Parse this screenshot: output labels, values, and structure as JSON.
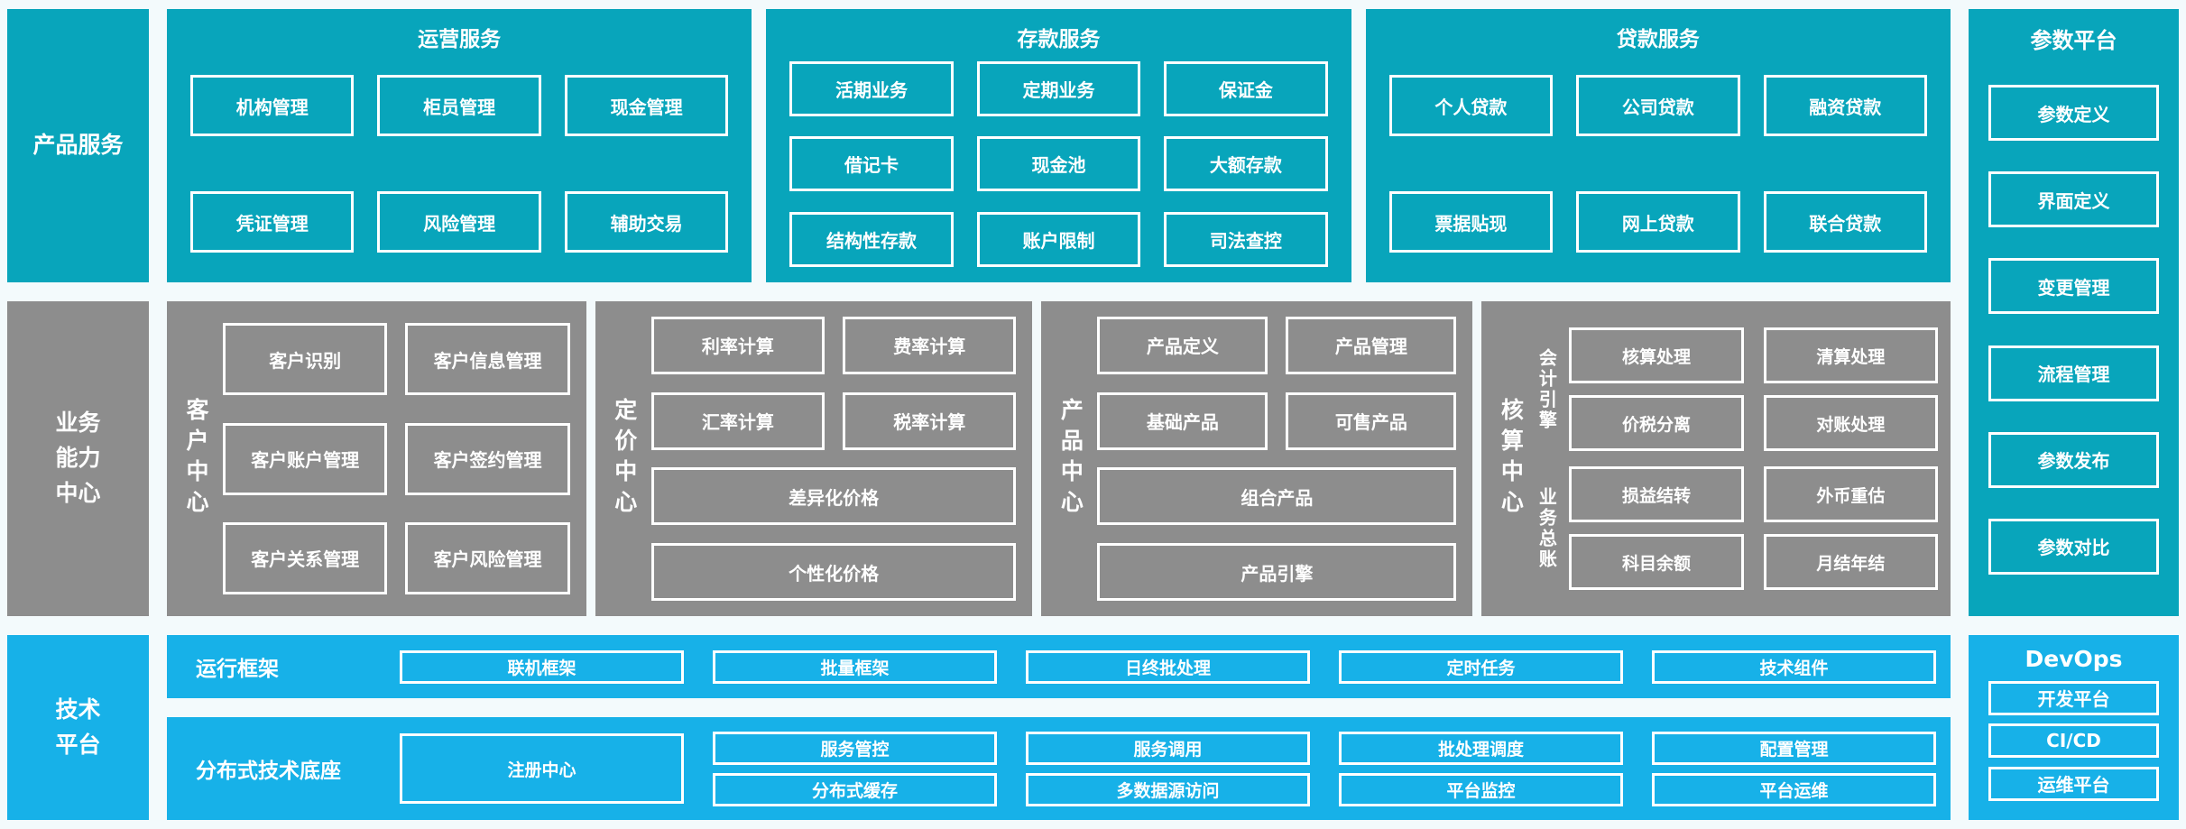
{
  "colors": {
    "teal": "#08a5bb",
    "gray": "#8d8d8d",
    "blue": "#17b1e8",
    "background": "#f3fafc",
    "box_border": "#ffffff",
    "text": "#ffffff"
  },
  "rails": [
    {
      "name": "product-services",
      "lines": [
        "产品",
        "服务"
      ]
    },
    {
      "name": "business-capability-center",
      "lines": [
        "业务",
        "能力",
        "中心"
      ]
    },
    {
      "name": "technology-platform",
      "lines": [
        "技术",
        "平台"
      ]
    }
  ],
  "top_sections": [
    {
      "title": "运营服务",
      "items": [
        "机构管理",
        "柜员管理",
        "现金管理",
        "凭证管理",
        "风险管理",
        "辅助交易"
      ]
    },
    {
      "title": "存款服务",
      "items": [
        "活期业务",
        "定期业务",
        "保证金",
        "借记卡",
        "现金池",
        "大额存款",
        "结构性存款",
        "账户限制",
        "司法查控"
      ]
    },
    {
      "title": "贷款服务",
      "items": [
        "个人贷款",
        "公司贷款",
        "融资贷款",
        "票据贴现",
        "网上贷款",
        "联合贷款"
      ]
    }
  ],
  "parameter_platform": {
    "title": "参数平台",
    "items": [
      "参数定义",
      "界面定义",
      "变更管理",
      "流程管理",
      "参数发布",
      "参数对比"
    ]
  },
  "centers": [
    {
      "title": "客户中心",
      "items": [
        "客户识别",
        "客户信息管理",
        "客户账户管理",
        "客户签约管理",
        "客户关系管理",
        "客户风险管理"
      ]
    },
    {
      "title": "定价中心",
      "items": [
        "利率计算",
        "费率计算",
        "汇率计算",
        "税率计算"
      ],
      "wide_items": [
        "差异化价格",
        "个性化价格"
      ]
    },
    {
      "title": "产品中心",
      "items": [
        "产品定义",
        "产品管理",
        "基础产品",
        "可售产品"
      ],
      "wide_items": [
        "组合产品",
        "产品引擎"
      ]
    },
    {
      "title": "核算中心",
      "groups": [
        {
          "label": "会计引擎",
          "items": [
            "核算处理",
            "清算处理",
            "价税分离",
            "对账处理"
          ]
        },
        {
          "label": "业务总账",
          "items": [
            "损益结转",
            "外币重估",
            "科目余额",
            "月结年结"
          ]
        }
      ]
    }
  ],
  "runtime_framework": {
    "label": "运行框架",
    "items": [
      "联机框架",
      "批量框架",
      "日终批处理",
      "定时任务",
      "技术组件"
    ]
  },
  "distributed_base": {
    "label": "分布式技术底座",
    "registry": "注册中心",
    "items": [
      "服务管控",
      "服务调用",
      "批处理调度",
      "配置管理",
      "分布式缓存",
      "多数据源访问",
      "平台监控",
      "平台运维"
    ]
  },
  "devops": {
    "title": "DevOps",
    "items": [
      "开发平台",
      "CI/CD",
      "运维平台"
    ]
  }
}
